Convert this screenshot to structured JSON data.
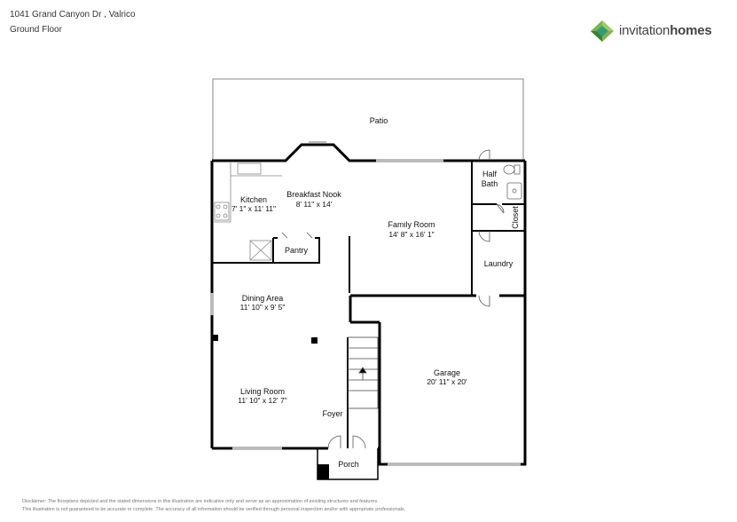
{
  "header": {
    "address": "1041 Grand Canyon Dr , Valrico",
    "floor": "Ground Floor"
  },
  "brand": {
    "name_regular": "invitation",
    "name_bold": "homes",
    "logo_icon": "diamond-cube-logo",
    "colors": {
      "green": "#7ab648",
      "dark_green": "#3f7f3a",
      "teal": "#2f9e78"
    }
  },
  "rooms": {
    "patio": {
      "name": "Patio"
    },
    "breakfast_nook": {
      "name": "Breakfast Nook",
      "dims": "8' 11\" x 14'"
    },
    "kitchen": {
      "name": "Kitchen",
      "dims": "7' 1\" x 11' 11\""
    },
    "family_room": {
      "name": "Family Room",
      "dims": "14' 8\" x 16' 1\""
    },
    "half_bath": {
      "name_line1": "Half",
      "name_line2": "Bath"
    },
    "closet": {
      "name": "Closet"
    },
    "pantry": {
      "name": "Pantry"
    },
    "laundry": {
      "name": "Laundry"
    },
    "dining_area": {
      "name": "Dining Area",
      "dims": "11' 10\" x 9' 5\""
    },
    "garage": {
      "name": "Garage",
      "dims": "20' 11\" x 20'"
    },
    "living_room": {
      "name": "Living Room",
      "dims": "11' 10\" x 12' 7\""
    },
    "foyer": {
      "name": "Foyer"
    },
    "porch": {
      "name": "Porch"
    }
  },
  "disclaimer": {
    "line1": "Disclaimer: The floorplans depicted and the stated dimensions in this illustration are indicative only and serve as an approximation of existing structures and features.",
    "line2": "This illustration is not guaranteed to be accurate or complete. The accuracy of all information should be verified through personal inspection and/or with appropriate professionals."
  }
}
